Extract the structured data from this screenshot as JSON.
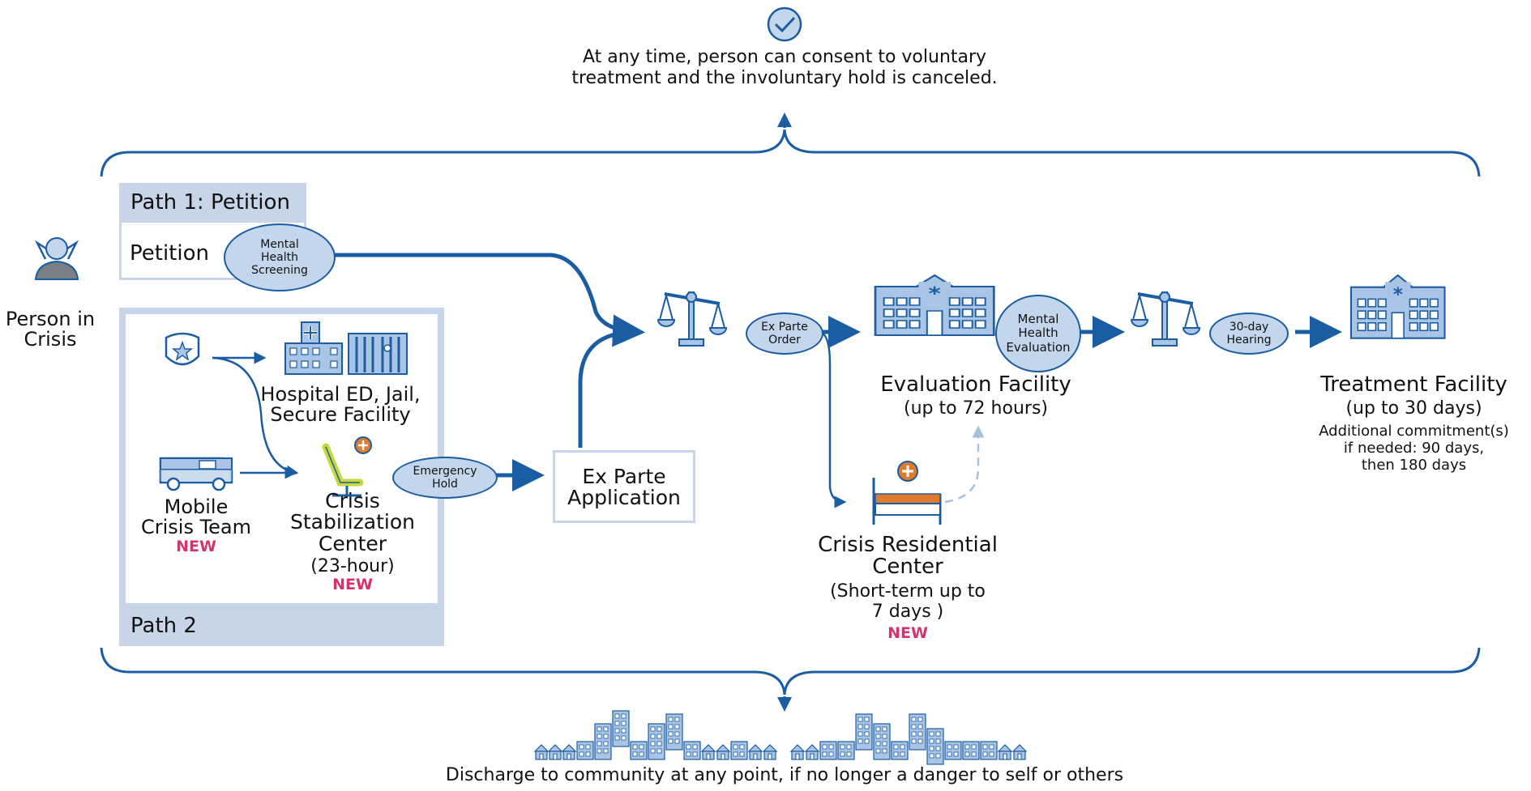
{
  "top_note": {
    "line1": "At any time, person can consent to voluntary",
    "line2": "treatment and the involuntary hold is canceled."
  },
  "person": {
    "line1": "Person in",
    "line2": "Crisis"
  },
  "path1": {
    "header": "Path 1: Petition",
    "petition": "Petition",
    "screening": {
      "line1": "Mental",
      "line2": "Health",
      "line3": "Screening"
    }
  },
  "path2": {
    "header": "Path 2",
    "hospital": {
      "line1": "Hospital ED, Jail,",
      "line2": "Secure Facility"
    },
    "mobile": {
      "line1": "Mobile",
      "line2": "Crisis Team",
      "badge": "NEW"
    },
    "csc": {
      "line1": "Crisis",
      "line2": "Stabilization",
      "line3": "Center",
      "line4": "(23-hour)",
      "badge": "NEW"
    },
    "emergency": {
      "line1": "Emergency",
      "line2": "Hold"
    }
  },
  "exparte_app": {
    "line1": "Ex Parte",
    "line2": "Application"
  },
  "exparte_order": {
    "line1": "Ex Parte",
    "line2": "Order"
  },
  "evaluation": {
    "oval": {
      "line1": "Mental",
      "line2": "Health",
      "line3": "Evaluation"
    },
    "title": "Evaluation Facility",
    "duration": "(up to 72 hours)"
  },
  "hearing": {
    "line1": "30-day",
    "line2": "Hearing"
  },
  "treatment": {
    "title": "Treatment Facility",
    "duration": "(up to 30 days)",
    "note1": "Additional commitment(s)",
    "note2": "if needed: 90 days,",
    "note3": "then 180 days"
  },
  "residential": {
    "line1": "Crisis Residential",
    "line2": "Center",
    "line3": "(Short-term up to",
    "line4": "7 days )",
    "badge": "NEW"
  },
  "bottom_note": "Discharge to community at any point, if no longer a danger to self or others",
  "colors": {
    "blue": "#1b5da3",
    "light_blue": "#c3d6ec",
    "panel": "#c8d4e8",
    "new_badge": "#d6336c",
    "accent_green": "#c6d83c",
    "bed_orange": "#e07b2d"
  }
}
